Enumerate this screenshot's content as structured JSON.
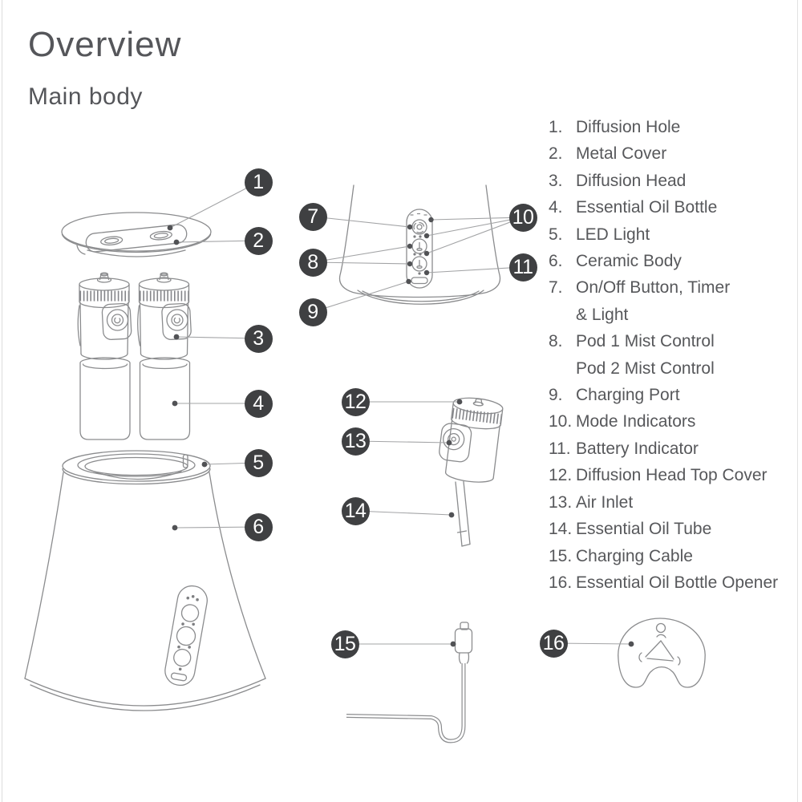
{
  "header": {
    "title": "Overview",
    "subtitle": "Main body"
  },
  "legend": {
    "items": [
      {
        "num": "1.",
        "lines": [
          "Diffusion Hole"
        ]
      },
      {
        "num": "2.",
        "lines": [
          "Metal Cover"
        ]
      },
      {
        "num": "3.",
        "lines": [
          "Diffusion Head"
        ]
      },
      {
        "num": "4.",
        "lines": [
          "Essential Oil Bottle"
        ]
      },
      {
        "num": "5.",
        "lines": [
          "LED Light"
        ]
      },
      {
        "num": "6.",
        "lines": [
          "Ceramic Body"
        ]
      },
      {
        "num": "7.",
        "lines": [
          "On/Off Button, Timer",
          "& Light"
        ]
      },
      {
        "num": "8.",
        "lines": [
          "Pod 1 Mist Control",
          "Pod 2 Mist Control"
        ]
      },
      {
        "num": "9.",
        "lines": [
          "Charging Port"
        ]
      },
      {
        "num": "10.",
        "lines": [
          "Mode Indicators"
        ]
      },
      {
        "num": "11.",
        "lines": [
          "Battery Indicator"
        ]
      },
      {
        "num": "12.",
        "lines": [
          "Diffusion Head Top Cover"
        ]
      },
      {
        "num": "13.",
        "lines": [
          "Air Inlet"
        ]
      },
      {
        "num": "14.",
        "lines": [
          "Essential Oil Tube"
        ]
      },
      {
        "num": "15.",
        "lines": [
          "Charging Cable"
        ]
      },
      {
        "num": "16.",
        "lines": [
          "Essential Oil Bottle Opener"
        ]
      }
    ]
  },
  "callouts": [
    {
      "label": "1"
    },
    {
      "label": "2"
    },
    {
      "label": "3"
    },
    {
      "label": "4"
    },
    {
      "label": "5"
    },
    {
      "label": "6"
    },
    {
      "label": "7"
    },
    {
      "label": "8"
    },
    {
      "label": "9"
    },
    {
      "label": "10"
    },
    {
      "label": "11"
    },
    {
      "label": "12"
    },
    {
      "label": "13"
    },
    {
      "label": "14"
    },
    {
      "label": "15"
    },
    {
      "label": "16"
    }
  ],
  "colors": {
    "background": "#ffffff",
    "badge": "#3f4042",
    "badge_text": "#ffffff",
    "line_art": "#8b8c8e",
    "text": "#57585b"
  }
}
